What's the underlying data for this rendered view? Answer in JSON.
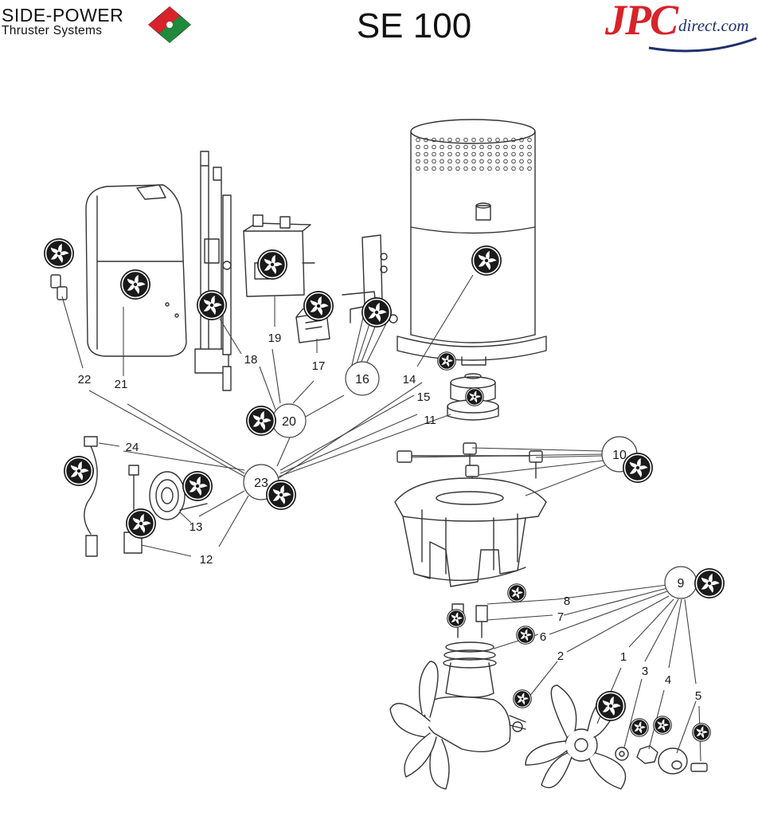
{
  "header": {
    "brand_left_line1": "SIDE-POWER",
    "brand_left_line2": "Thruster Systems",
    "model_title": "SE 100",
    "brand_right_main": "JPC",
    "brand_right_sub": "direct.com",
    "colors": {
      "brand_red": "#d8232a",
      "brand_green": "#1f8a3b",
      "brand_navy": "#1f2f6e"
    }
  },
  "callouts": {
    "c1": "1",
    "c2": "2",
    "c3": "3",
    "c4": "4",
    "c5": "5",
    "c6": "6",
    "c7": "7",
    "c8": "8",
    "c9": "9",
    "c10": "10",
    "c11": "11",
    "c12": "12",
    "c13": "13",
    "c14": "14",
    "c15": "15",
    "c16": "16",
    "c17": "17",
    "c18": "18",
    "c19": "19",
    "c20": "20",
    "c21": "21",
    "c22": "22",
    "c23": "23",
    "c24": "24"
  },
  "icons": {
    "badge": "fan-icon"
  }
}
